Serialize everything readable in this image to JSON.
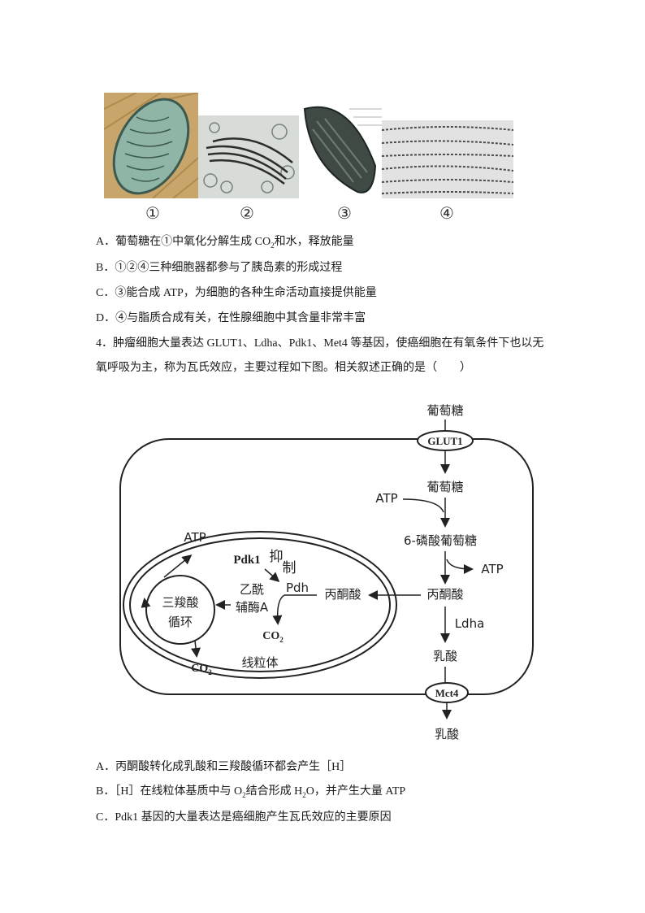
{
  "figures": {
    "labels": [
      "①",
      "②",
      "③",
      "④"
    ]
  },
  "options_q3": [
    {
      "letter": "A．",
      "pre": "葡萄糖在①中氧化分解生成 CO",
      "sub": "2",
      "post": "和水，释放能量"
    },
    {
      "letter": "B．",
      "pre": "①②④三种细胞器都参与了胰岛素的形成过程",
      "sub": "",
      "post": ""
    },
    {
      "letter": "C．",
      "pre": "③能合成 ATP，为细胞的各种生命活动直接提供能量",
      "sub": "",
      "post": ""
    },
    {
      "letter": "D．",
      "pre": "④与脂质合成有关，在性腺细胞中其含量非常丰富",
      "sub": "",
      "post": ""
    }
  ],
  "question4": {
    "line1": "4．肿瘤细胞大量表达 GLUT1、Ldha、Pdk1、Met4 等基因，使癌细胞在有氧条件下也以无",
    "line2": "氧呼吸为主，称为瓦氏效应，主要过程如下图。相关叙述正确的是（　　）"
  },
  "diagram": {
    "glucose_top": "葡萄糖",
    "glut1": "GLUT1",
    "glucose_in": "葡萄糖",
    "atp_in": "ATP",
    "g6p": "6-磷酸葡萄糖",
    "atp_out": "ATP",
    "pyruvate_cyto": "丙酮酸",
    "ldha": "Ldha",
    "lactate_in": "乳酸",
    "mct4": "Mct4",
    "lactate_out": "乳酸",
    "pyruvate_mito": "丙酮酸",
    "pdk1": "Pdk1",
    "inhibit1": "抑",
    "inhibit2": "制",
    "pdh": "Pdh",
    "acetyl1": "乙酰",
    "acetyl2": "辅酶A",
    "co2_a": "CO",
    "co2_a_sub": "2",
    "tca1": "三羧酸",
    "tca2": "循环",
    "atp_tca": "ATP",
    "co2_b": "CO",
    "co2_b_sub": "2",
    "mito": "线粒体"
  },
  "options_q4": [
    {
      "letter": "A．",
      "pre": "丙酮酸转化成乳酸和三羧酸循环都会产生［H］",
      "mid": "",
      "sub": "",
      "post": "",
      "sub2": "",
      "post2": ""
    },
    {
      "letter": "B．",
      "pre": "［H］在线粒体基质中与 O",
      "sub": "2",
      "mid": "结合形成 H",
      "sub2": "2",
      "post2": "O，并产生大量 ATP"
    },
    {
      "letter": "C．",
      "pre": "Pdk1 基因的大量表达是癌细胞产生瓦氏效应的主要原因",
      "mid": "",
      "sub": "",
      "post": "",
      "sub2": "",
      "post2": ""
    }
  ]
}
